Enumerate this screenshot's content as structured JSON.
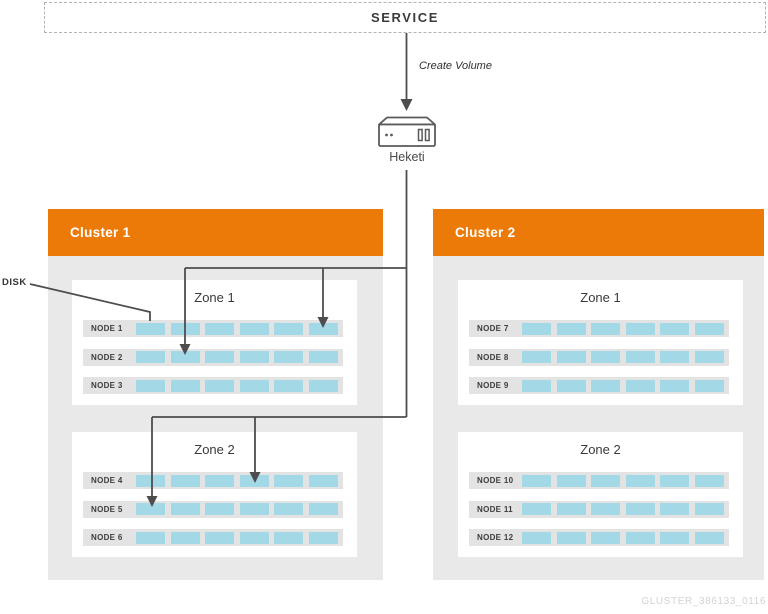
{
  "service": {
    "label": "SERVICE"
  },
  "flow": {
    "create_volume_label": "Create Volume",
    "heketi_label": "Heketi"
  },
  "disk_callout": {
    "label": "DISK"
  },
  "watermark": "GLUSTER_386133_0116",
  "colors": {
    "cluster_header_orange": "#ec7a08",
    "cluster_body_gray": "#e9e9e9",
    "node_row_gray": "#e3e3e3",
    "disk_blue": "#a3d9e6",
    "line_gray": "#4d4d4d"
  },
  "clusters": [
    {
      "name": "Cluster 1",
      "zones": [
        {
          "name": "Zone 1",
          "nodes": [
            {
              "label": "NODE 1",
              "disks": 6
            },
            {
              "label": "NODE 2",
              "disks": 6
            },
            {
              "label": "NODE 3",
              "disks": 6
            }
          ]
        },
        {
          "name": "Zone 2",
          "nodes": [
            {
              "label": "NODE 4",
              "disks": 6
            },
            {
              "label": "NODE 5",
              "disks": 6
            },
            {
              "label": "NODE 6",
              "disks": 6
            }
          ]
        }
      ]
    },
    {
      "name": "Cluster 2",
      "zones": [
        {
          "name": "Zone 1",
          "nodes": [
            {
              "label": "NODE 7",
              "disks": 6
            },
            {
              "label": "NODE 8",
              "disks": 6
            },
            {
              "label": "NODE 9",
              "disks": 6
            }
          ]
        },
        {
          "name": "Zone 2",
          "nodes": [
            {
              "label": "NODE 10",
              "disks": 6
            },
            {
              "label": "NODE 11",
              "disks": 6
            },
            {
              "label": "NODE 12",
              "disks": 6
            }
          ]
        }
      ]
    }
  ]
}
